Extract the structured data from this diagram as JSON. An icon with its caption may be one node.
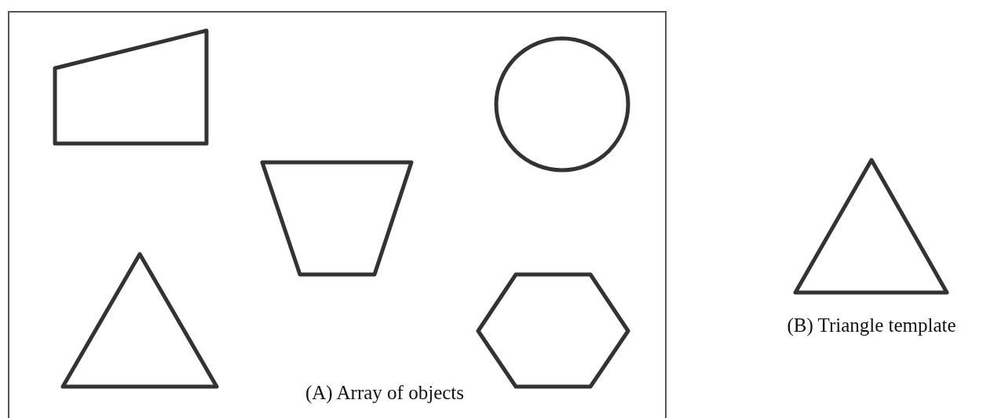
{
  "diagram": {
    "nodes": [
      {
        "text": [
          "(A) Array of objects"
        ]
      },
      {
        "text": [],
        "shape": "quadrilateral",
        "in": 0
      },
      {
        "text": [],
        "shape": "circle",
        "in": 0
      },
      {
        "text": [],
        "shape": "trapezoid",
        "in": 0
      },
      {
        "text": [],
        "shape": "triangle",
        "in": 0
      },
      {
        "text": [],
        "shape": "hexagon",
        "in": 0
      },
      {
        "text": [
          "(B) Triangle template"
        ]
      }
    ]
  }
}
